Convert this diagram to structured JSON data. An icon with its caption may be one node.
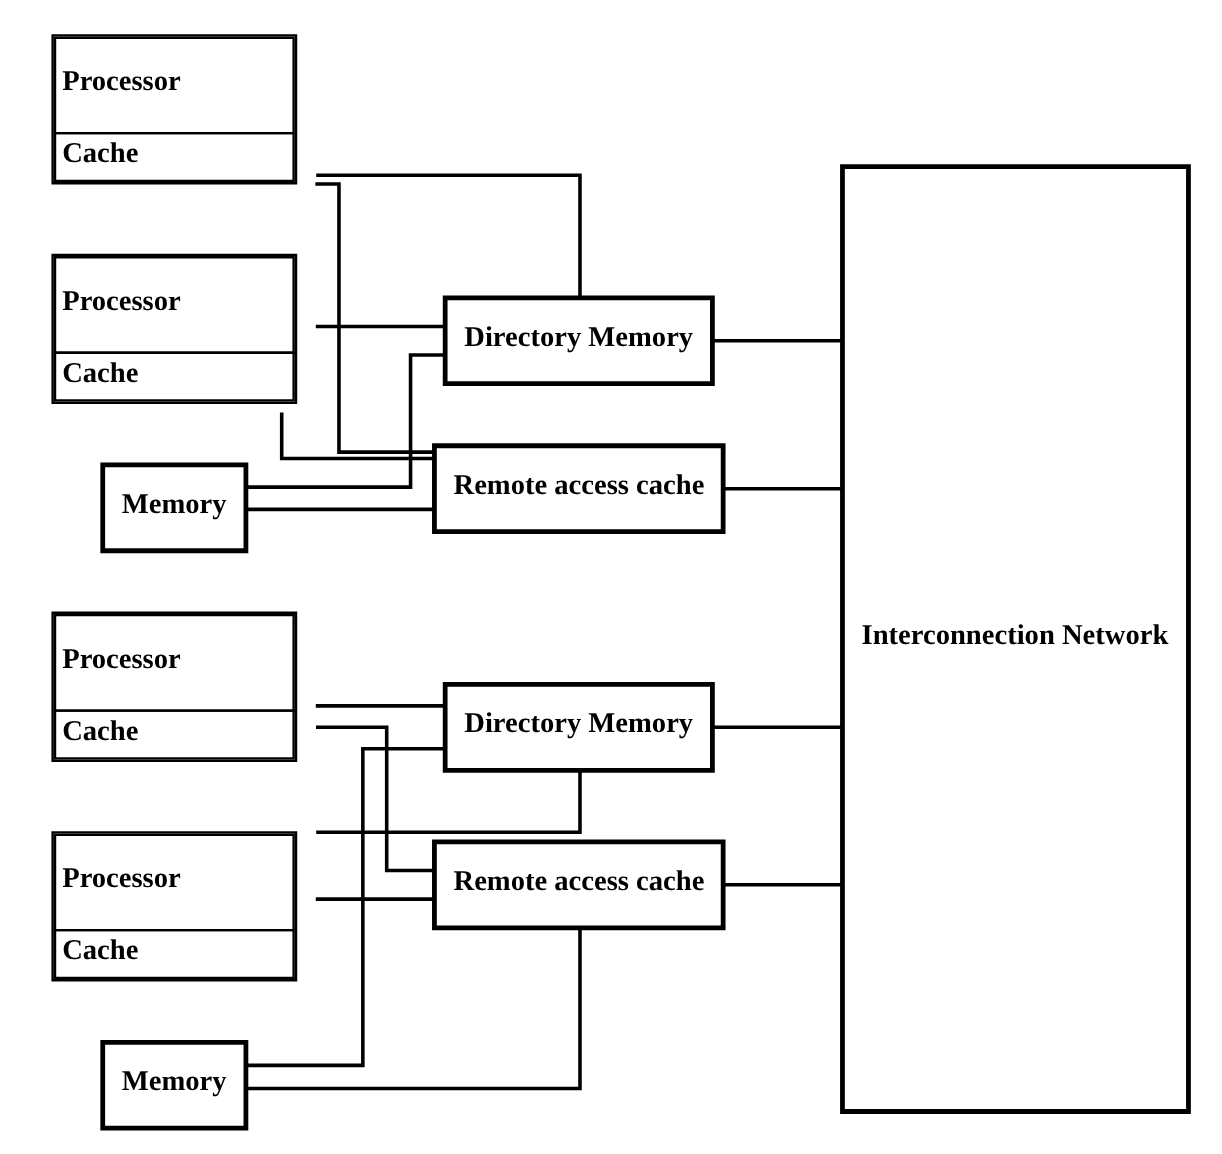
{
  "diagram": {
    "nodes": [
      {
        "text": [
          "Processor",
          "Cache"
        ]
      },
      {
        "text": [
          "Processor",
          "Cache"
        ]
      },
      {
        "text": [
          "Directory Memory"
        ]
      },
      {
        "text": [
          "Interconnection Network"
        ]
      },
      {
        "text": [
          "Remote access cache"
        ]
      },
      {
        "text": [
          "Memory"
        ]
      },
      {
        "text": [
          "Processor",
          "Cache"
        ]
      },
      {
        "text": [
          "Processor",
          "Cache"
        ]
      },
      {
        "text": [
          "Directory Memory"
        ]
      },
      {
        "text": [
          "Remote access cache"
        ]
      },
      {
        "text": [
          "Memory"
        ]
      }
    ],
    "edges": [
      {
        "from": 0,
        "to": 2,
        "arrow": "none"
      },
      {
        "from": 0,
        "to": 4,
        "arrow": "none"
      },
      {
        "from": 1,
        "to": 2,
        "arrow": "none"
      },
      {
        "from": 1,
        "to": 4,
        "arrow": "none"
      },
      {
        "from": 5,
        "to": 2,
        "arrow": "none"
      },
      {
        "from": 5,
        "to": 4,
        "arrow": "none"
      },
      {
        "from": 2,
        "to": 3,
        "arrow": "none"
      },
      {
        "from": 4,
        "to": 3,
        "arrow": "none"
      },
      {
        "from": 6,
        "to": 8,
        "arrow": "none"
      },
      {
        "from": 6,
        "to": 9,
        "arrow": "none"
      },
      {
        "from": 7,
        "to": 8,
        "arrow": "none"
      },
      {
        "from": 7,
        "to": 9,
        "arrow": "none"
      },
      {
        "from": 10,
        "to": 8,
        "arrow": "none"
      },
      {
        "from": 10,
        "to": 9,
        "arrow": "none"
      },
      {
        "from": 8,
        "to": 3,
        "arrow": "none"
      },
      {
        "from": 9,
        "to": 3,
        "arrow": "none"
      }
    ]
  }
}
